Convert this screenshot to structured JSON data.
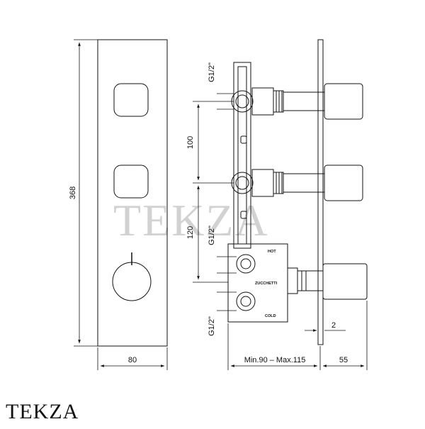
{
  "watermark": "TEKZA",
  "brand": "TEKZA",
  "dims": {
    "height": "368",
    "width": "80",
    "spacing_top": "100",
    "spacing_bottom": "120",
    "depth": "Min.90 – Max.115",
    "protrusion": "55",
    "plate": "2",
    "thread_top": "G1/2\"",
    "thread_mid": "G1/2\"",
    "thread_bottom": "G1/2\""
  },
  "body_labels": {
    "hot": "HOT",
    "maker": "ZUCCHETTI",
    "cold": "COLD"
  }
}
